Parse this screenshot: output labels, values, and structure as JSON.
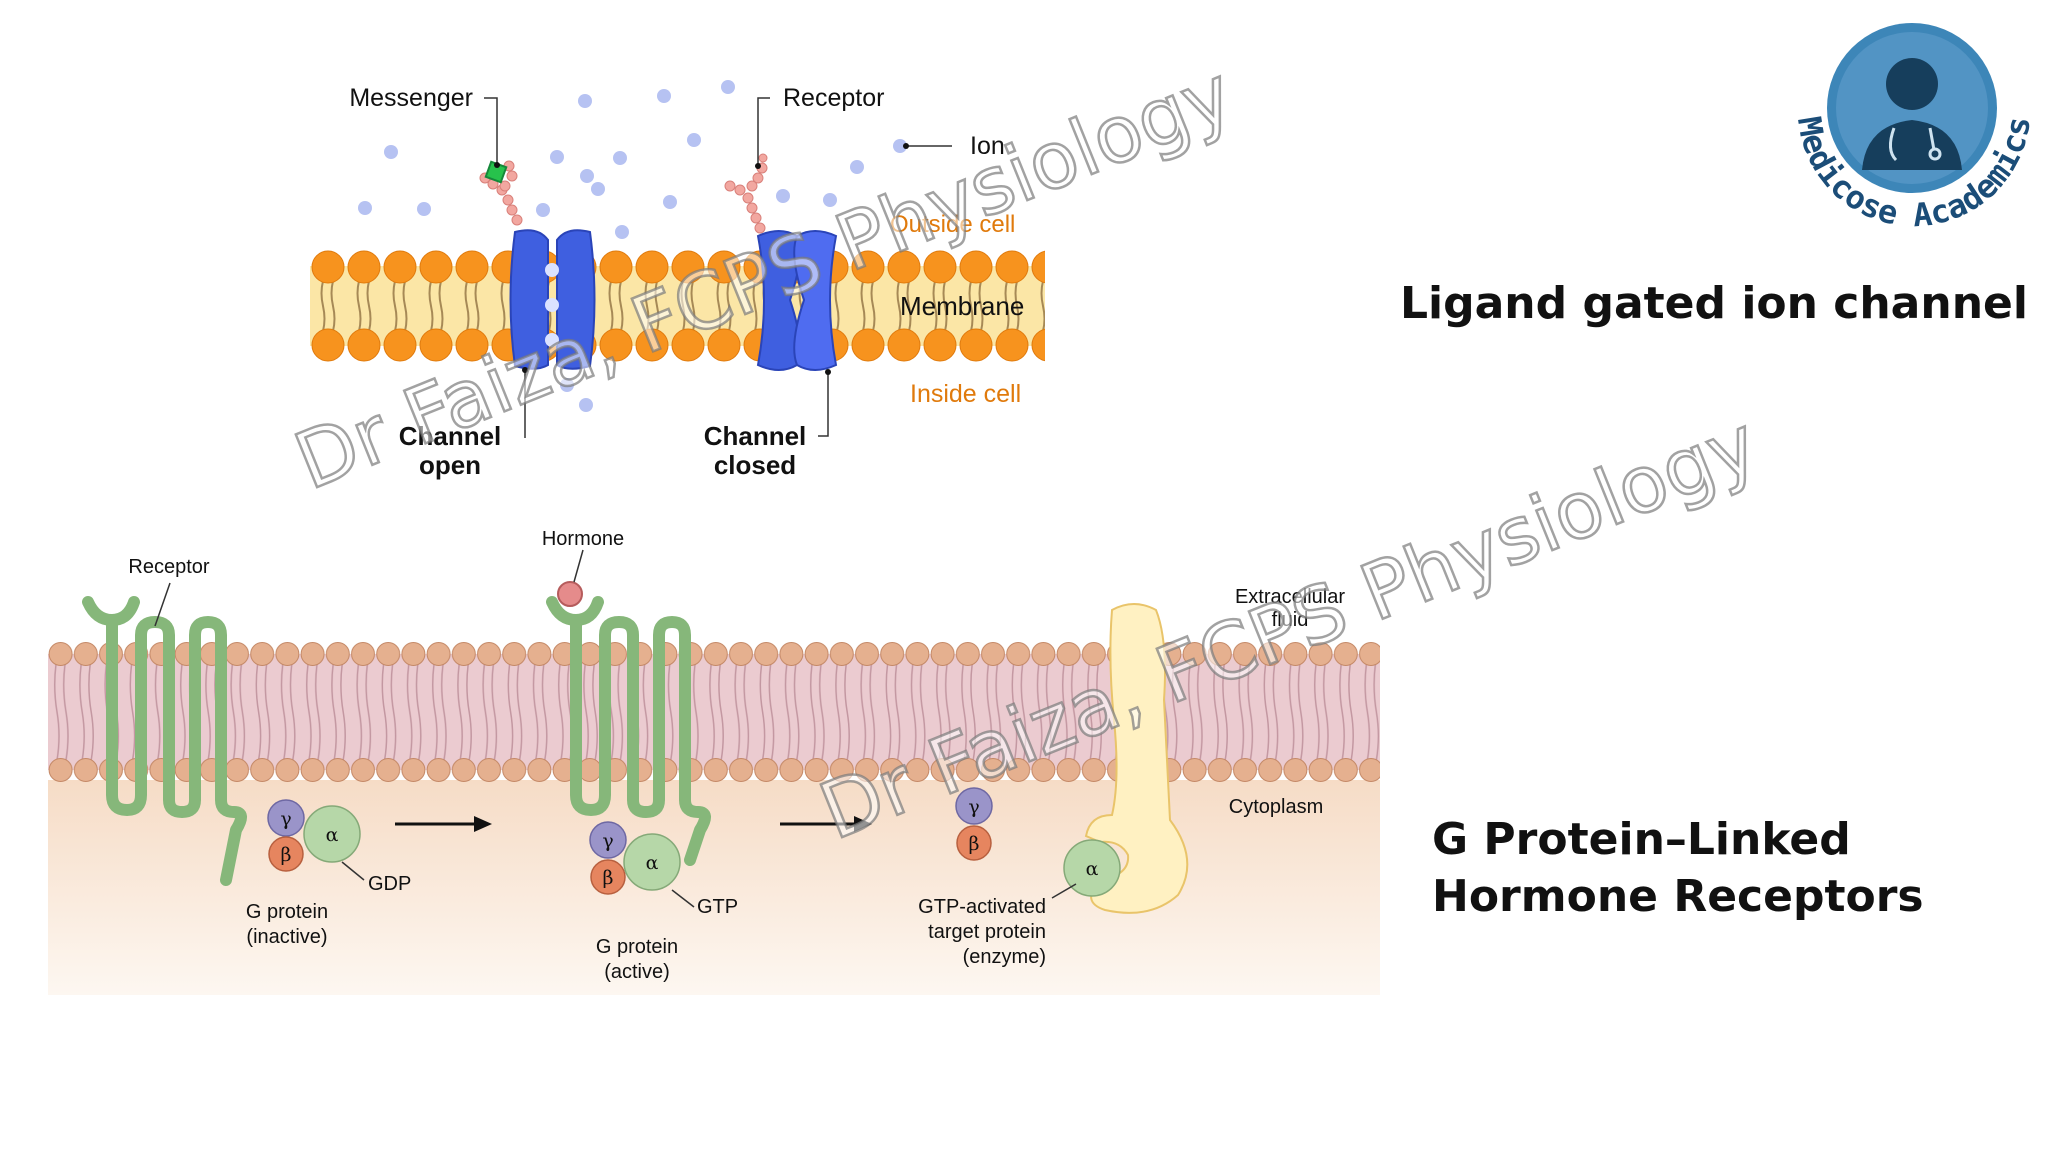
{
  "slide": {
    "title_ligand": "Ligand gated ion channel",
    "title_gprotein_line1": "G Protein–Linked",
    "title_gprotein_line2": "Hormone Receptors"
  },
  "logo": {
    "text": "Medicose Academics",
    "icon": "doctor-avatar-icon"
  },
  "watermark": {
    "text": "Dr Faiza, FCPS Physiology"
  },
  "ion_channel_diagram": {
    "messenger": "Messenger",
    "receptor": "Receptor",
    "ion": "Ion",
    "outside_cell": "Outside cell",
    "membrane": "Membrane",
    "inside_cell": "Inside cell",
    "channel_open_line1": "Channel",
    "channel_open_line2": "open",
    "channel_closed_line1": "Channel",
    "channel_closed_line2": "closed"
  },
  "gprotein_diagram": {
    "receptor": "Receptor",
    "hormone": "Hormone",
    "extracellular_line1": "Extracellular",
    "extracellular_line2": "fluid",
    "cytoplasm": "Cytoplasm",
    "gdp": "GDP",
    "gtp": "GTP",
    "g_protein_inactive_line1": "G protein",
    "g_protein_inactive_line2": "(inactive)",
    "g_protein_active_line1": "G protein",
    "g_protein_active_line2": "(active)",
    "target_line1": "GTP-activated",
    "target_line2": "target protein",
    "target_line3": "(enzyme)",
    "alpha": "α",
    "beta": "β",
    "gamma": "γ"
  },
  "colors": {
    "lipid_head_orange": "#f7931e",
    "membrane_band": "#fbe6a6",
    "channel_blue": "#3f5fe0",
    "gprotein_membrane_band": "#ebcbd0",
    "lipid_head_peach": "#e5b08f",
    "receptor_green": "#86b77a",
    "target_protein": "#fff1c2",
    "logo_ring": "#3d86b8"
  }
}
